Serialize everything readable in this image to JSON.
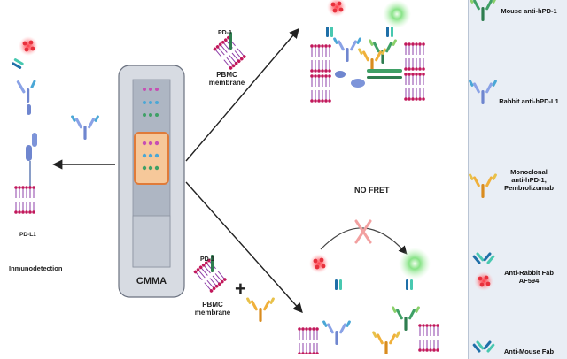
{
  "labels": {
    "pd1_top": "PD-1",
    "pbmc_top_line1": "PBMC",
    "pbmc_top_line2": "membrane",
    "pd1_bottom": "PD-1",
    "pbmc_bottom_line1": "PBMC",
    "pbmc_bottom_line2": "membrane",
    "cmma": "CMMA",
    "pdl1": "PD-L1",
    "immunodetection": "Inmunodetection",
    "no_fret": "NO FRET",
    "plus": "+"
  },
  "legend": {
    "items": [
      {
        "label": "Mouse anti-hPD-1",
        "icon": "mouse-anti-hpd1-antibody-icon",
        "color": "#2e8b57"
      },
      {
        "label": "Rabbit anti-hPD-L1",
        "icon": "rabbit-anti-hpdl1-antibody-icon",
        "color": "#7b8fd6"
      },
      {
        "label": "Monoclonal anti-hPD-1, Pembrolizumab",
        "line1": "Monoclonal",
        "line2": "anti-hPD-1,",
        "line3": "Pembrolizumab",
        "icon": "pembrolizumab-antibody-icon",
        "color": "#e0a020"
      },
      {
        "label": "Anti-Rabbit Fab AF594",
        "line1": "Anti-Rabbit Fab",
        "line2": "AF594",
        "icon": "anti-rabbit-fab-af594-icon",
        "color": "#e8404a"
      },
      {
        "label": "Anti-Mouse Fab",
        "icon": "anti-mouse-fab-icon",
        "color": "#48c8b0"
      }
    ]
  },
  "colors": {
    "panel_bg": "#e9eef5",
    "device_bg": "#d7dbe2",
    "well_highlight": "#f6c89a",
    "red_fluor": "#e8303c",
    "green_fluor": "#7be07a",
    "membrane_purple": "#8e3fa8",
    "membrane_head": "#c2185b"
  }
}
